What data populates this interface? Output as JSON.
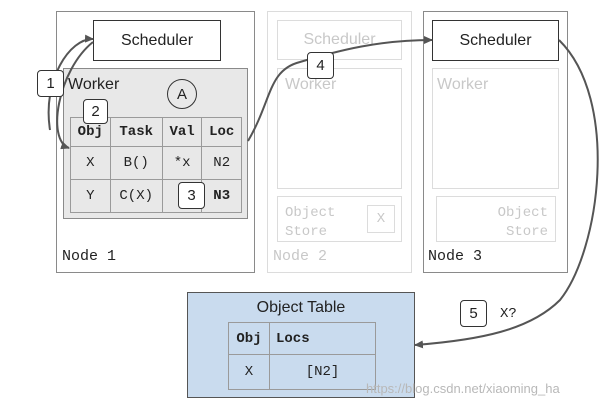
{
  "nodes": [
    {
      "label": "Node 1",
      "scheduler": "Scheduler",
      "worker": "Worker"
    },
    {
      "label": "Node 2",
      "scheduler": "Scheduler",
      "worker": "Worker",
      "store": "Object\nStore",
      "store_item": "X"
    },
    {
      "label": "Node 3",
      "scheduler": "Scheduler",
      "worker": "Worker",
      "store": "Object\nStore"
    }
  ],
  "worker_table": {
    "headers": [
      "Obj",
      "Task",
      "Val",
      "Loc"
    ],
    "rows": [
      [
        "X",
        "B()",
        "*x",
        "N2"
      ],
      [
        "Y",
        "C(X)",
        "",
        "N3"
      ]
    ]
  },
  "circle_label": "A",
  "steps": [
    "1",
    "2",
    "3",
    "4",
    "5"
  ],
  "query_label": "X?",
  "object_table": {
    "title": "Object Table",
    "headers": [
      "Obj",
      "Locs"
    ],
    "rows": [
      [
        "X",
        "[N2]"
      ]
    ]
  },
  "watermark": "https://blog.csdn.net/xiaoming_ha",
  "colors": {
    "object_table_bg": "#c9dbee",
    "worker_bg": "#e8e8e8",
    "faded": "#dcdcdc"
  }
}
